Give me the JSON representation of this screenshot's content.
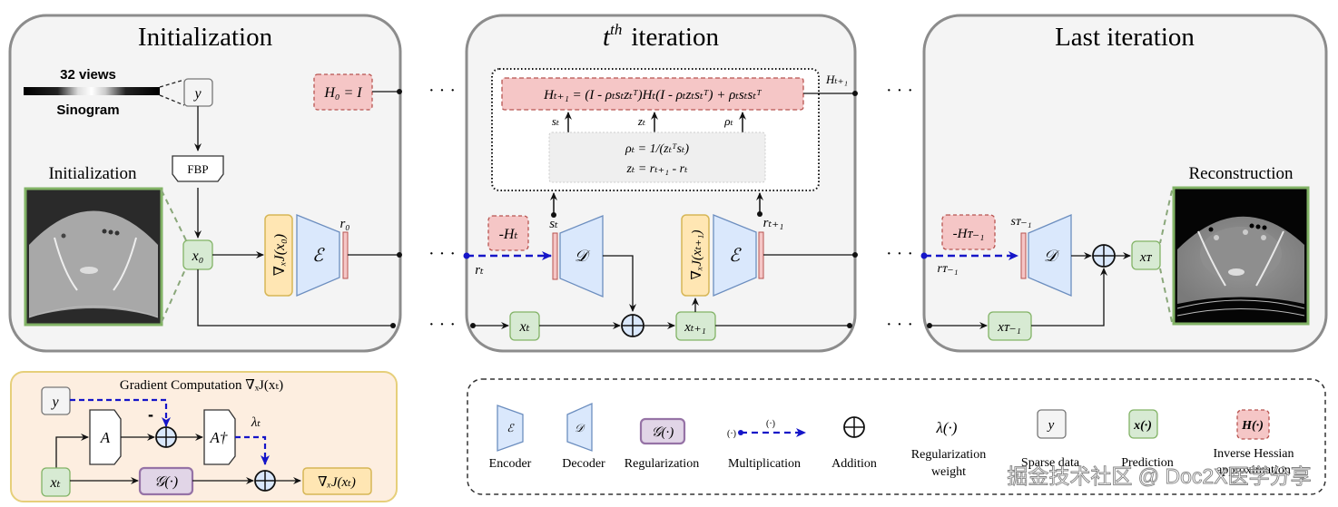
{
  "panels": {
    "init": {
      "title": "Initialization",
      "sinogram_top": "32 views",
      "sinogram_bottom": "Sinogram",
      "y_label": "y",
      "fbp_label": "FBP",
      "image_caption": "Initialization",
      "x0_label": "x₀",
      "grad_label": "∇ₓJ(x₀)",
      "encoder_symbol": "ℰ",
      "r0_label": "r₀",
      "h0_label": "H₀ = I"
    },
    "iter": {
      "title_main": "t",
      "title_sup": "th",
      "title_rest": "iteration",
      "bfgs_update": "Hₜ₊₁ = (I - ρₜsₜzₜᵀ)Hₜ(I - ρₜzₜsₜᵀ) + ρₜsₜsₜᵀ",
      "s_label": "sₜ",
      "z_label": "zₜ",
      "rho_label": "ρₜ",
      "rho_eq": "ρₜ = 1/(zₜᵀsₜ)",
      "z_eq": "zₜ = rₜ₊₁ - rₜ",
      "h_next_label": "Hₜ₊₁",
      "neg_h_label": "-Hₜ",
      "r_label": "rₜ",
      "st_label": "sₜ",
      "decoder_symbol": "𝒟",
      "xt_label": "xₜ",
      "xt1_label": "xₜ₊₁",
      "grad_label": "∇ₓJ(xₜ₊₁)",
      "encoder_symbol": "ℰ",
      "rt1_label": "rₜ₊₁"
    },
    "last": {
      "title": "Last iteration",
      "neg_h_label": "-Hᴛ₋₁",
      "s_label": "sᴛ₋₁",
      "r_label": "rᴛ₋₁",
      "decoder_symbol": "𝒟",
      "xT_label": "xᴛ",
      "xT1_label": "xᴛ₋₁",
      "image_caption": "Reconstruction"
    },
    "gradient": {
      "title": "Gradient Computation  ∇ₓJ(xₜ)",
      "y_label": "y",
      "minus": "-",
      "A_label": "A",
      "Adag_label": "A†",
      "lambda_label": "λₜ",
      "xt_label": "xₜ",
      "G_label": "𝒢(·)",
      "output_label": "∇ₓJ(xₜ)"
    }
  },
  "ellipsis": "· · ·",
  "legend": {
    "items": [
      {
        "symbol": "ℰ",
        "label": "Encoder"
      },
      {
        "symbol": "𝒟",
        "label": "Decoder"
      },
      {
        "symbol": "𝒢(·)",
        "label": "Regularization"
      },
      {
        "symbol": "(·)",
        "symbol2": "(·)",
        "label": "Multiplication"
      },
      {
        "symbol": "⊕",
        "label": "Addition"
      },
      {
        "symbol": "λ(·)",
        "label": "Regularization",
        "label2": "weight"
      },
      {
        "symbol": "y",
        "label": "Sparse data"
      },
      {
        "symbol": "x(·)",
        "label": "Prediction"
      },
      {
        "symbol": "H(·)",
        "label": "Inverse Hessian",
        "label2": "approximation"
      }
    ]
  },
  "watermark": "掘金技术社区 @ Doc2X医学分享",
  "colors": {
    "panel_bg": "#f4f4f4",
    "panel_border": "#8c8c8c",
    "green_fill": "#d7ead3",
    "green_border": "#82b366",
    "pink_fill": "#f5c6c6",
    "pink_border": "#b85450",
    "blue_fill": "#dae8fc",
    "blue_border": "#6c8ebf",
    "orange_fill": "#ffe6b3",
    "orange_border": "#d6b656",
    "purple_fill": "#e1d5e7",
    "purple_border": "#9673a6",
    "grad_bg": "#fdeee0",
    "grad_border": "#e6cf7a",
    "dash_blue": "#1515c8"
  }
}
